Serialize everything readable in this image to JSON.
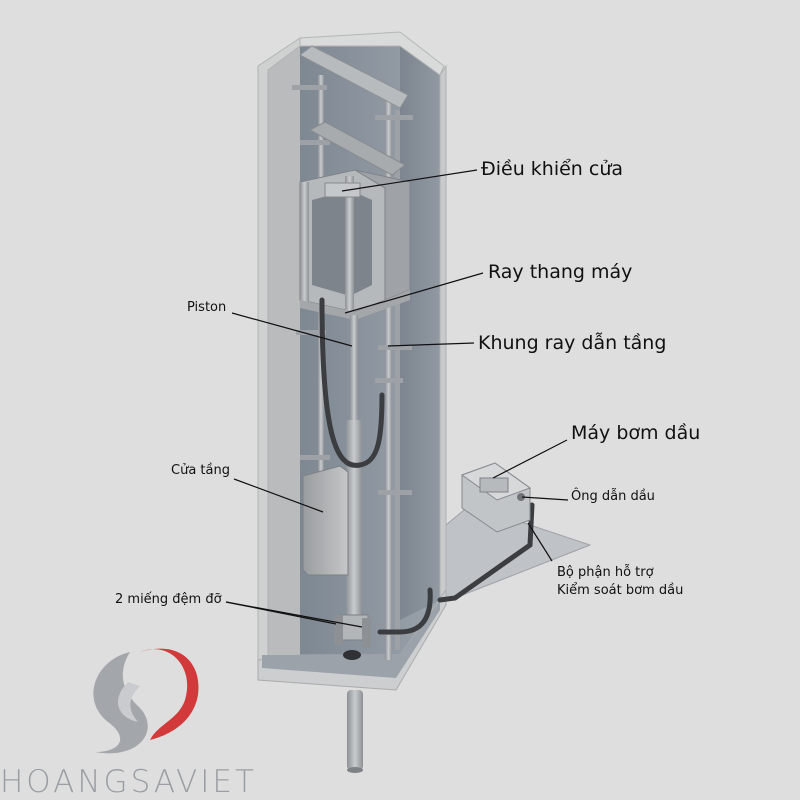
{
  "labels": {
    "door_controller": "Điều khiển cửa",
    "elevator_rail": "Ray thang máy",
    "floor_rail_frame": "Khung ray dẫn tầng",
    "piston": "Piston",
    "oil_pump": "Máy bơm dầu",
    "oil_pipe": "Ông dẫn dầu",
    "pump_control_line1": "Bộ phận hỗ trợ",
    "pump_control_line2": "Kiểm soát bơm dầu",
    "floor_door": "Cửa tầng",
    "buffers": "2 miếng đệm đỡ"
  },
  "brand": {
    "name": "HOANGSAVIET",
    "logo_colors": {
      "red": "#d2393b",
      "gray": "#a3a6aa"
    }
  },
  "colors": {
    "background": "#dedede",
    "concrete": "#c8c9c9",
    "shaft_inner": "#8e96a0",
    "steel": "#a9acaf"
  }
}
